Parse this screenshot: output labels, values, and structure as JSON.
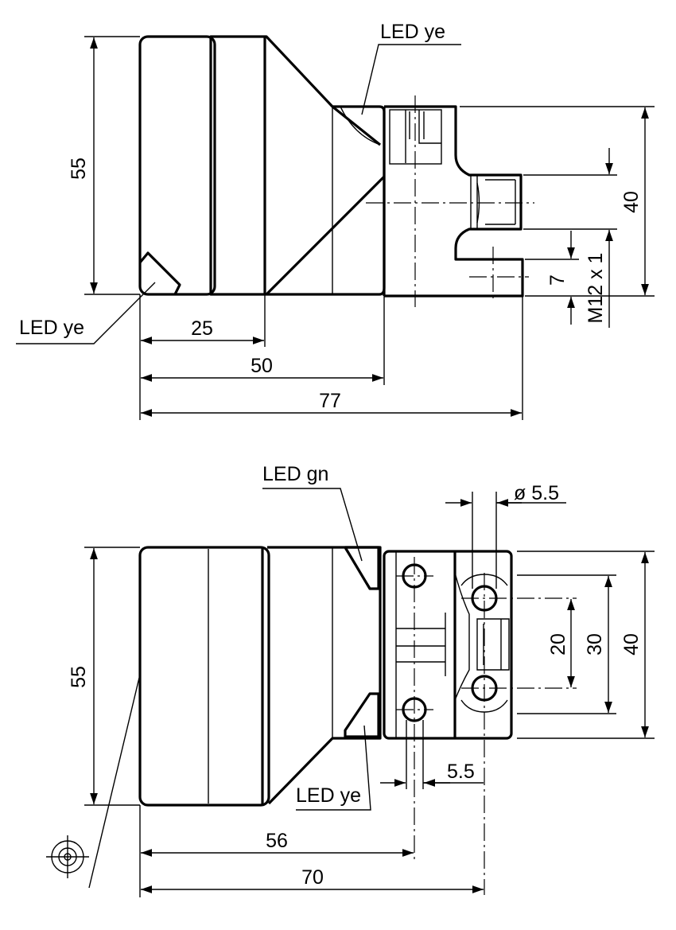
{
  "side_view": {
    "labels": {
      "led_top": "LED ye",
      "led_bottom": "LED ye",
      "dim_55": "55",
      "dim_25": "25",
      "dim_50": "50",
      "dim_77": "77",
      "dim_40": "40",
      "dim_7": "7",
      "thread": "M12 x 1"
    }
  },
  "front_view": {
    "labels": {
      "led_gn": "LED gn",
      "led_ye": "LED ye",
      "dim_55": "55",
      "dim_56": "56",
      "dim_70": "70",
      "hole_diameter": "ø 5.5",
      "dim_5_5": "5.5",
      "dim_20": "20",
      "dim_30": "30",
      "dim_40": "40"
    }
  }
}
